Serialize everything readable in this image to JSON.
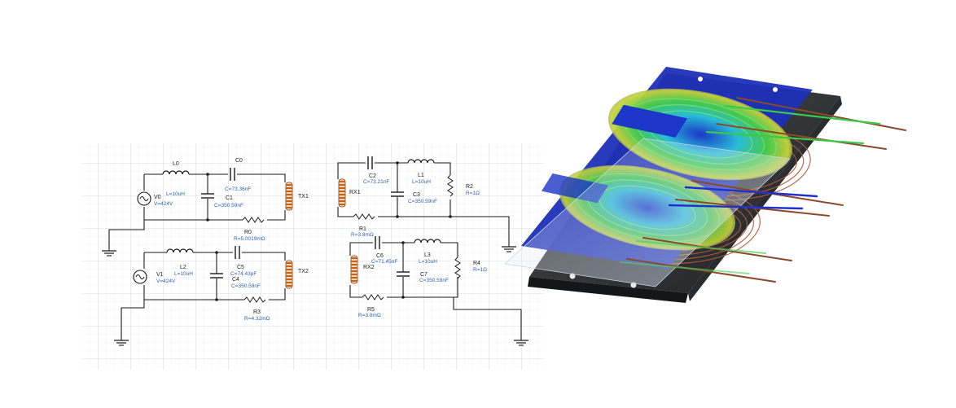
{
  "colors": {
    "grid": "#d8dbe0",
    "wire": "#1a1a1a",
    "name_text": "#1a1a1a",
    "value_text": "#2f5fb0",
    "coil": "#c4641c",
    "pcb_blue": "#1d2fb8",
    "field_green": "#3fc04a",
    "copper_trace": "#b05a3a"
  },
  "components": {
    "V0": {
      "name": "V0",
      "value": "V=424V"
    },
    "L0": {
      "name": "L0",
      "value": "L=10uH"
    },
    "C0": {
      "name": "C0",
      "value": "C=73.36nF"
    },
    "C1": {
      "name": "C1",
      "value": "C=350.59nF"
    },
    "R0": {
      "name": "R0",
      "value": "R=5.0019mΩ"
    },
    "TX1": {
      "name": "TX1"
    },
    "V1": {
      "name": "V1",
      "value": "V=424V"
    },
    "L2": {
      "name": "L2",
      "value": "L=10uH"
    },
    "C5": {
      "name": "C5",
      "value": "C=74.43pF"
    },
    "C4": {
      "name": "C4",
      "value": "C=350.59nF"
    },
    "R3": {
      "name": "R3",
      "value": "R=4.32mΩ"
    },
    "TX2": {
      "name": "TX2"
    },
    "RX1": {
      "name": "RX1"
    },
    "C2": {
      "name": "C2",
      "value": "C=73.21nF"
    },
    "L1": {
      "name": "L1",
      "value": "L=10uH"
    },
    "C3": {
      "name": "C3",
      "value": "C=350.59nF"
    },
    "R2": {
      "name": "R2",
      "value": "R=1Ω"
    },
    "R1": {
      "name": "R1",
      "value": "R=3.8mΩ"
    },
    "RX2": {
      "name": "RX2"
    },
    "C6": {
      "name": "C6",
      "value": "C=71.45nF"
    },
    "L3": {
      "name": "L3",
      "value": "L=10uH"
    },
    "C7": {
      "name": "C7",
      "value": "C=350.59nF"
    },
    "R4": {
      "name": "R4",
      "value": "R=1Ω"
    },
    "R5": {
      "name": "R5",
      "value": "R=3.8mΩ"
    }
  }
}
